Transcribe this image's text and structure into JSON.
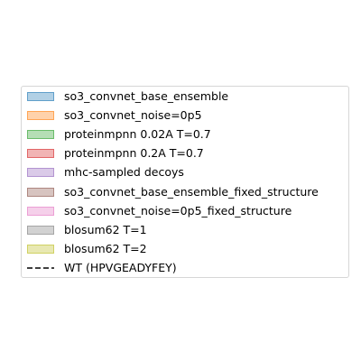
{
  "chart_data": {
    "type": "legend",
    "legend_placement": "center",
    "entries": [
      {
        "label": "so3_convnet_base_ensemble",
        "color": "#1f77b4",
        "kind": "patch"
      },
      {
        "label": "so3_convnet_noise=0p5",
        "color": "#ff7f0e",
        "kind": "patch"
      },
      {
        "label": "proteinmpnn 0.02A T=0.7",
        "color": "#2ca02c",
        "kind": "patch"
      },
      {
        "label": "proteinmpnn 0.2A T=0.7",
        "color": "#d62728",
        "kind": "patch"
      },
      {
        "label": "mhc-sampled decoys",
        "color": "#9467bd",
        "kind": "patch"
      },
      {
        "label": "so3_convnet_base_ensemble_fixed_structure",
        "color": "#8c564b",
        "kind": "patch"
      },
      {
        "label": "so3_convnet_noise=0p5_fixed_structure",
        "color": "#e377c2",
        "kind": "patch"
      },
      {
        "label": "blosum62 T=1",
        "color": "#7f7f7f",
        "kind": "patch"
      },
      {
        "label": "blosum62 T=2",
        "color": "#bcbd22",
        "kind": "patch"
      },
      {
        "label": "WT (HPVGEADYFEY)",
        "color": "#000000",
        "kind": "dashed-line"
      }
    ]
  }
}
